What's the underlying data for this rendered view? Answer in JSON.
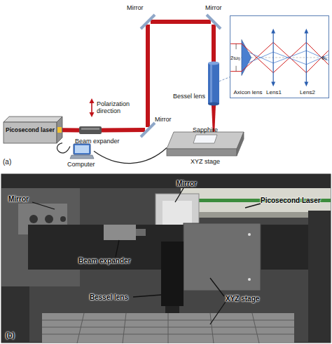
{
  "diagram": {
    "nodes": [
      {
        "text": [
          "Picosecond laser"
        ]
      },
      {
        "text": [
          "Beam expander"
        ]
      },
      {
        "text": [
          "Mirror"
        ]
      },
      {
        "text": [
          "Mirror"
        ]
      },
      {
        "text": [
          "Mirror"
        ]
      },
      {
        "text": [
          "Bessel lens"
        ]
      },
      {
        "text": [
          "XYZ stage"
        ]
      },
      {
        "text": [
          "Sapphire"
        ],
        "in": 6
      },
      {
        "text": [
          "Computer"
        ]
      },
      {
        "text": [
          "2ω₀",
          "θ₀",
          "Axicon lens",
          "Lens1",
          "Lens2"
        ]
      }
    ],
    "edges": [
      {
        "from": 0,
        "to": 1,
        "arrow": "none"
      },
      {
        "from": 1,
        "to": 2,
        "arrow": "none"
      },
      {
        "from": 2,
        "to": 3,
        "arrow": "none"
      },
      {
        "from": 3,
        "to": 4,
        "arrow": "none"
      },
      {
        "from": 4,
        "to": 5,
        "arrow": "none"
      },
      {
        "from": 5,
        "to": 9,
        "arrow": "none"
      },
      {
        "from": 8,
        "to": 0,
        "arrow": "none"
      },
      {
        "from": 8,
        "to": 6,
        "arrow": "none"
      }
    ],
    "labels": [
      "Polarization direction",
      "(a)",
      "Mirror",
      "Picosecond Laser",
      "Mirror",
      "Beam expander",
      "Bessel lens",
      "XYZ stage",
      "(b)"
    ]
  }
}
